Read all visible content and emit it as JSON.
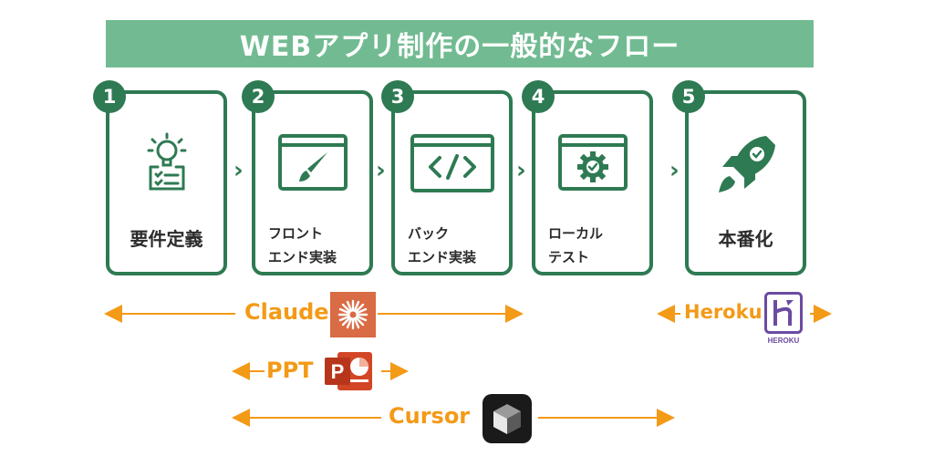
{
  "title": "WEBアプリ制作の一般的なフロー",
  "steps": [
    {
      "num": "1",
      "line1": "要件定義",
      "line2": "",
      "icon": "lightbulb-checklist-icon"
    },
    {
      "num": "2",
      "line1": "フロント",
      "line2": "エンド実装",
      "icon": "brush-window-icon"
    },
    {
      "num": "3",
      "line1": "バック",
      "line2": "エンド実装",
      "icon": "code-window-icon"
    },
    {
      "num": "4",
      "line1": "ローカル",
      "line2": "テスト",
      "icon": "gear-check-window-icon"
    },
    {
      "num": "5",
      "line1": "本番化",
      "line2": "",
      "icon": "rocket-icon"
    }
  ],
  "tools": {
    "claude": "Claude",
    "ppt": "PPT",
    "cursor": "Cursor",
    "heroku": "Heroku",
    "heroku_logo_text": "HEROKU",
    "ppt_logo_letter": "P"
  },
  "colors": {
    "title_bg": "#72bb92",
    "step_green": "#2e7a53",
    "tool_orange": "#f39a17",
    "claude_brand": "#d96b45",
    "ppt_brand": "#d24625",
    "heroku_brand": "#6b4ba1"
  }
}
